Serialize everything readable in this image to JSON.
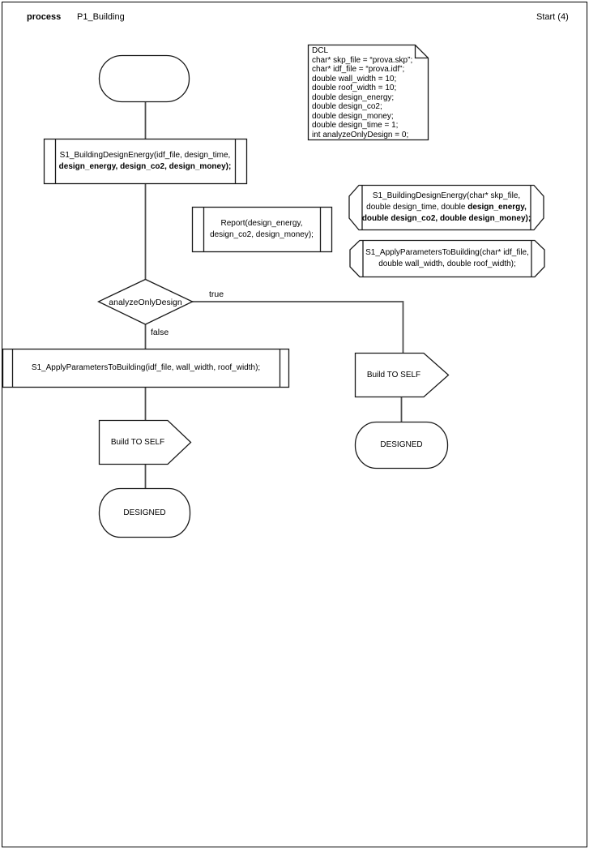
{
  "header": {
    "process_label": "process",
    "title": "P1_Building",
    "start_label": "Start (4)"
  },
  "dcl_note": {
    "lines": [
      "DCL",
      "char* skp_file = “prova.skp”;",
      "char* idf_file = “prova.idf”;",
      "double wall_width = 10;",
      "double roof_width = 10;",
      "double design_energy;",
      "double design_co2;",
      "double design_money;",
      "double design_time = 1;",
      "int analyzeOnlyDesign = 0;"
    ]
  },
  "nodes": {
    "call_building_design_energy": {
      "line1": "S1_BuildingDesignEnergy(idf_file, design_time,",
      "line2": "design_energy, design_co2, design_money);"
    },
    "report": {
      "line1": "Report(design_energy,",
      "line2": "design_co2, design_money);"
    },
    "signature_building_design_energy": {
      "line1": "S1_BuildingDesignEnergy(char* skp_file,",
      "line2_normal": "double design_time, double ",
      "line2_bold": "design_energy,",
      "line3_bold": "double design_co2, double design_money);"
    },
    "signature_apply_parameters": {
      "line1": "S1_ApplyParametersToBuilding(char* idf_file,",
      "line2": "double wall_width, double roof_width);"
    },
    "decision": {
      "label": "analyzeOnlyDesign",
      "true_label": "true",
      "false_label": "false"
    },
    "call_apply_parameters": {
      "line1": "S1_ApplyParametersToBuilding(idf_file, wall_width, roof_width);"
    },
    "build_to_self_left": {
      "label": "Build TO SELF"
    },
    "designed_left": {
      "label": "DESIGNED"
    },
    "build_to_self_right": {
      "label": "Build TO SELF"
    },
    "designed_right": {
      "label": "DESIGNED"
    }
  },
  "colors": {
    "shape_stroke": "#1a1a1a",
    "connector": "#4d4d4d",
    "background": "#ffffff"
  }
}
